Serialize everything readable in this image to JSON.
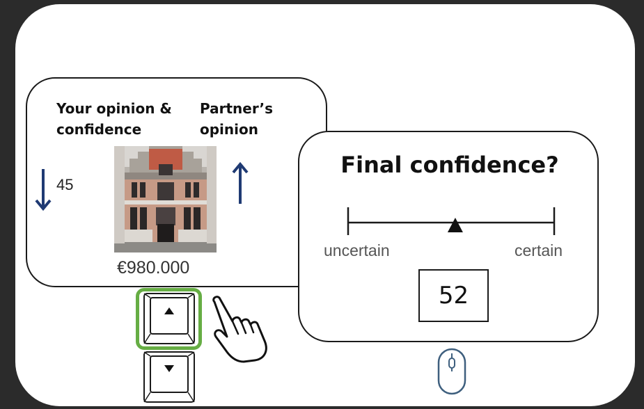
{
  "left_panel": {
    "your_opinion_line1": "Your opinion &",
    "your_opinion_line2": "confidence",
    "partner_line1": "Partner’s",
    "partner_line2": "opinion",
    "confidence_value": "45",
    "your_arrow": "down-arrow-icon",
    "partner_arrow": "up-arrow-icon",
    "house_image": "canal-house-photo",
    "price": "€980.000"
  },
  "right_panel": {
    "title": "Final confidence?",
    "scale_left": "uncertain",
    "scale_right": "certain",
    "marker_position": 0.52,
    "value": "52"
  },
  "keys": {
    "up": "up-arrow-key-icon",
    "down": "down-arrow-key-icon",
    "highlighted": "up"
  },
  "icons": {
    "hand": "pointing-hand-icon",
    "mouse": "mouse-icon"
  },
  "colors": {
    "arrow_blue": "#1f3a73",
    "highlight_green": "#66ad44",
    "mouse_blue": "#3e5f7e",
    "background": "#2b2b2b"
  }
}
